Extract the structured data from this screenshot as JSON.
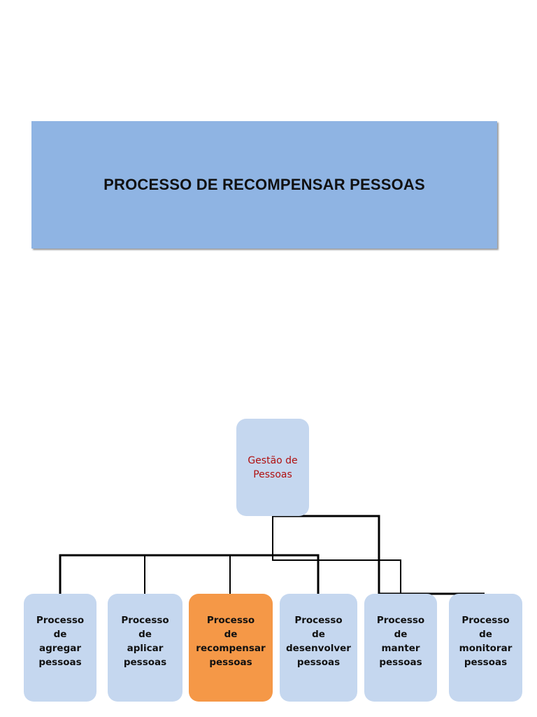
{
  "title": "PROCESSO DE RECOMPENSAR PESSOAS",
  "colors": {
    "title_bg": "#8fb4e3",
    "node_bg": "#c5d7ef",
    "highlight_bg": "#f59847",
    "root_text": "#b01010"
  },
  "org_chart": {
    "root": {
      "label": "Gestão de\nPessoas"
    },
    "children": [
      {
        "label": "Processo\nde\nagregar\npessoas"
      },
      {
        "label": "Processo\nde\naplicar\npessoas"
      },
      {
        "label": "Processo\nde\nrecompensar\npessoas",
        "highlighted": true
      },
      {
        "label": "Processo\nde\ndesenvolver\npessoas"
      },
      {
        "label": "Processo\nde\nmanter\npessoas"
      },
      {
        "label": "Processo\nde\nmonitorar\npessoas"
      }
    ]
  }
}
